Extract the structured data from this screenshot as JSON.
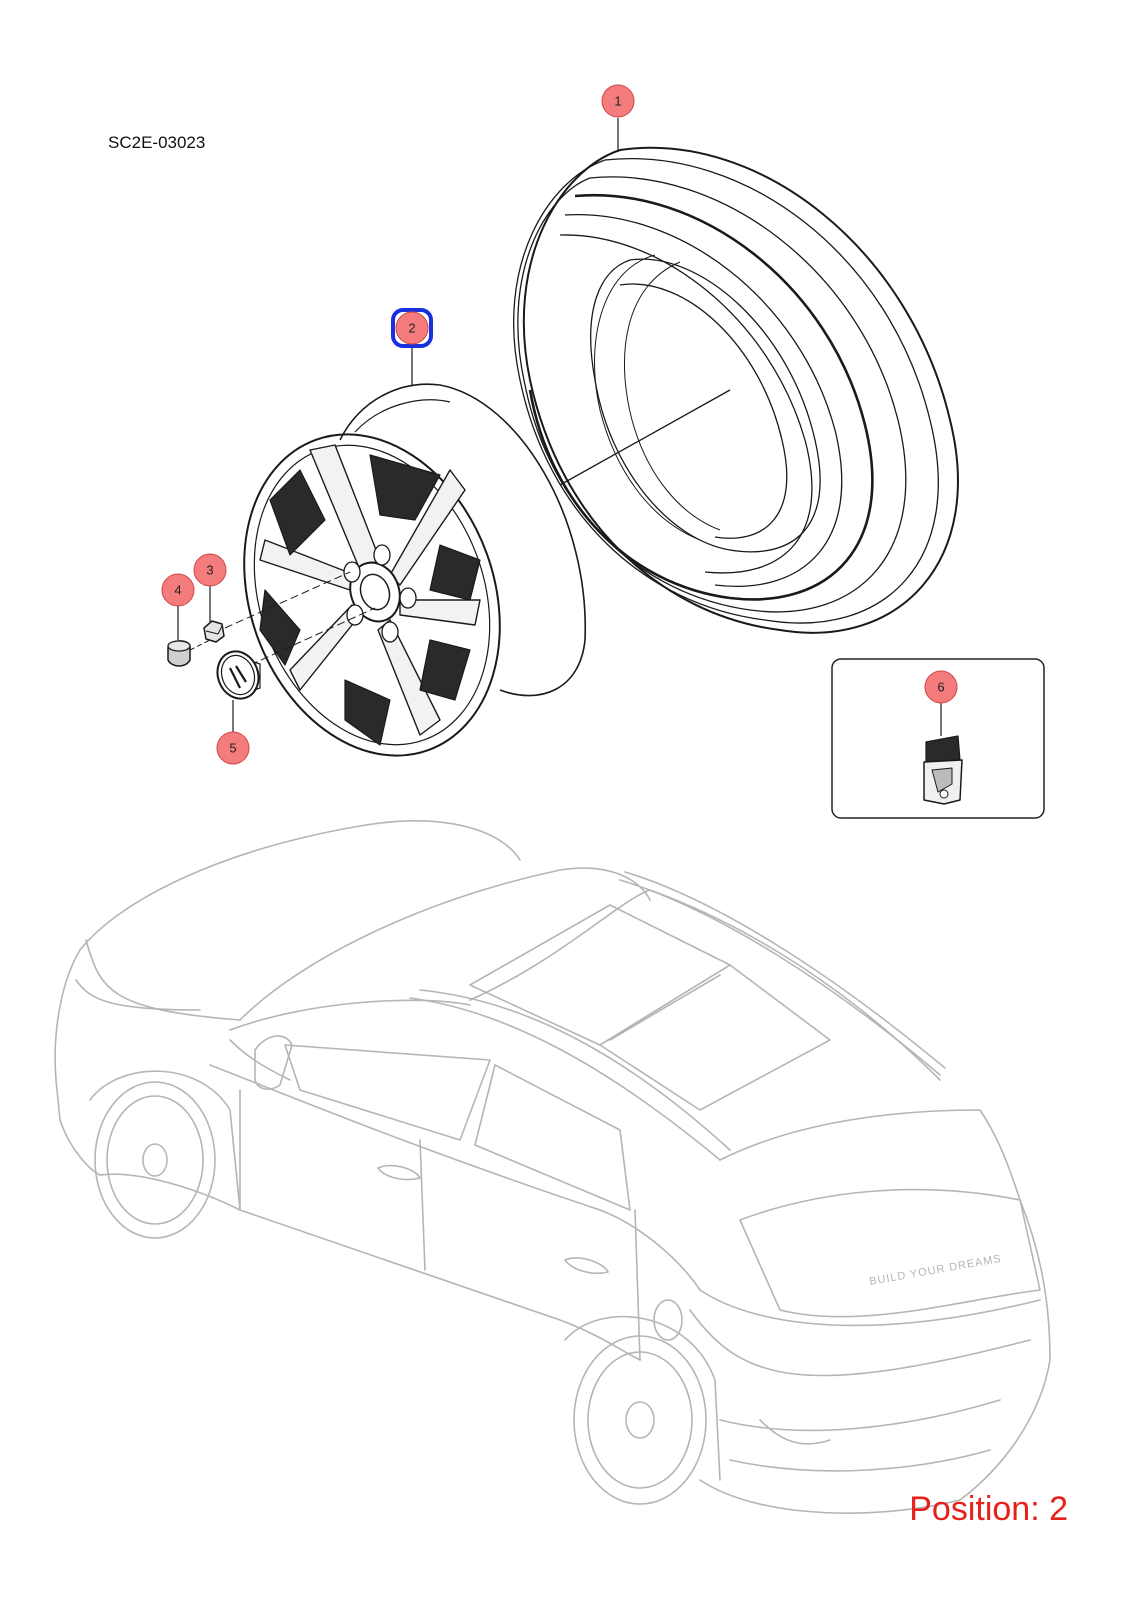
{
  "document_code": "SC2E-03023",
  "position_label": "Position: 2",
  "selected_callout": "2",
  "colors": {
    "callout_fill": "#f47c7c",
    "callout_stroke": "#d04545",
    "highlight": "#1a2fe0",
    "line_dark": "#1a1a1a",
    "line_car": "#b5b5b5",
    "position_text": "#e8201a"
  },
  "callouts": [
    {
      "id": "1",
      "label": "1",
      "part": "tire"
    },
    {
      "id": "2",
      "label": "2",
      "part": "wheel-rim"
    },
    {
      "id": "3",
      "label": "3",
      "part": "wheel-nut"
    },
    {
      "id": "4",
      "label": "4",
      "part": "wheel-nut-cap"
    },
    {
      "id": "5",
      "label": "5",
      "part": "center-cap"
    },
    {
      "id": "6",
      "label": "6",
      "part": "tpms-sensor"
    }
  ],
  "rear_badge_text": "BUILD YOUR DREAMS"
}
